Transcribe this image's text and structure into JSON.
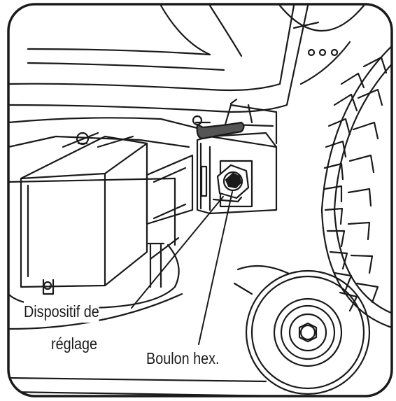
{
  "diagram": {
    "labels": {
      "adjustment_device_line1": "Dispositif de",
      "adjustment_device_line2": "réglage",
      "hex_bolt": "Boulon hex."
    },
    "colors": {
      "ink": "#1a1a1a",
      "paper": "#ffffff"
    }
  }
}
